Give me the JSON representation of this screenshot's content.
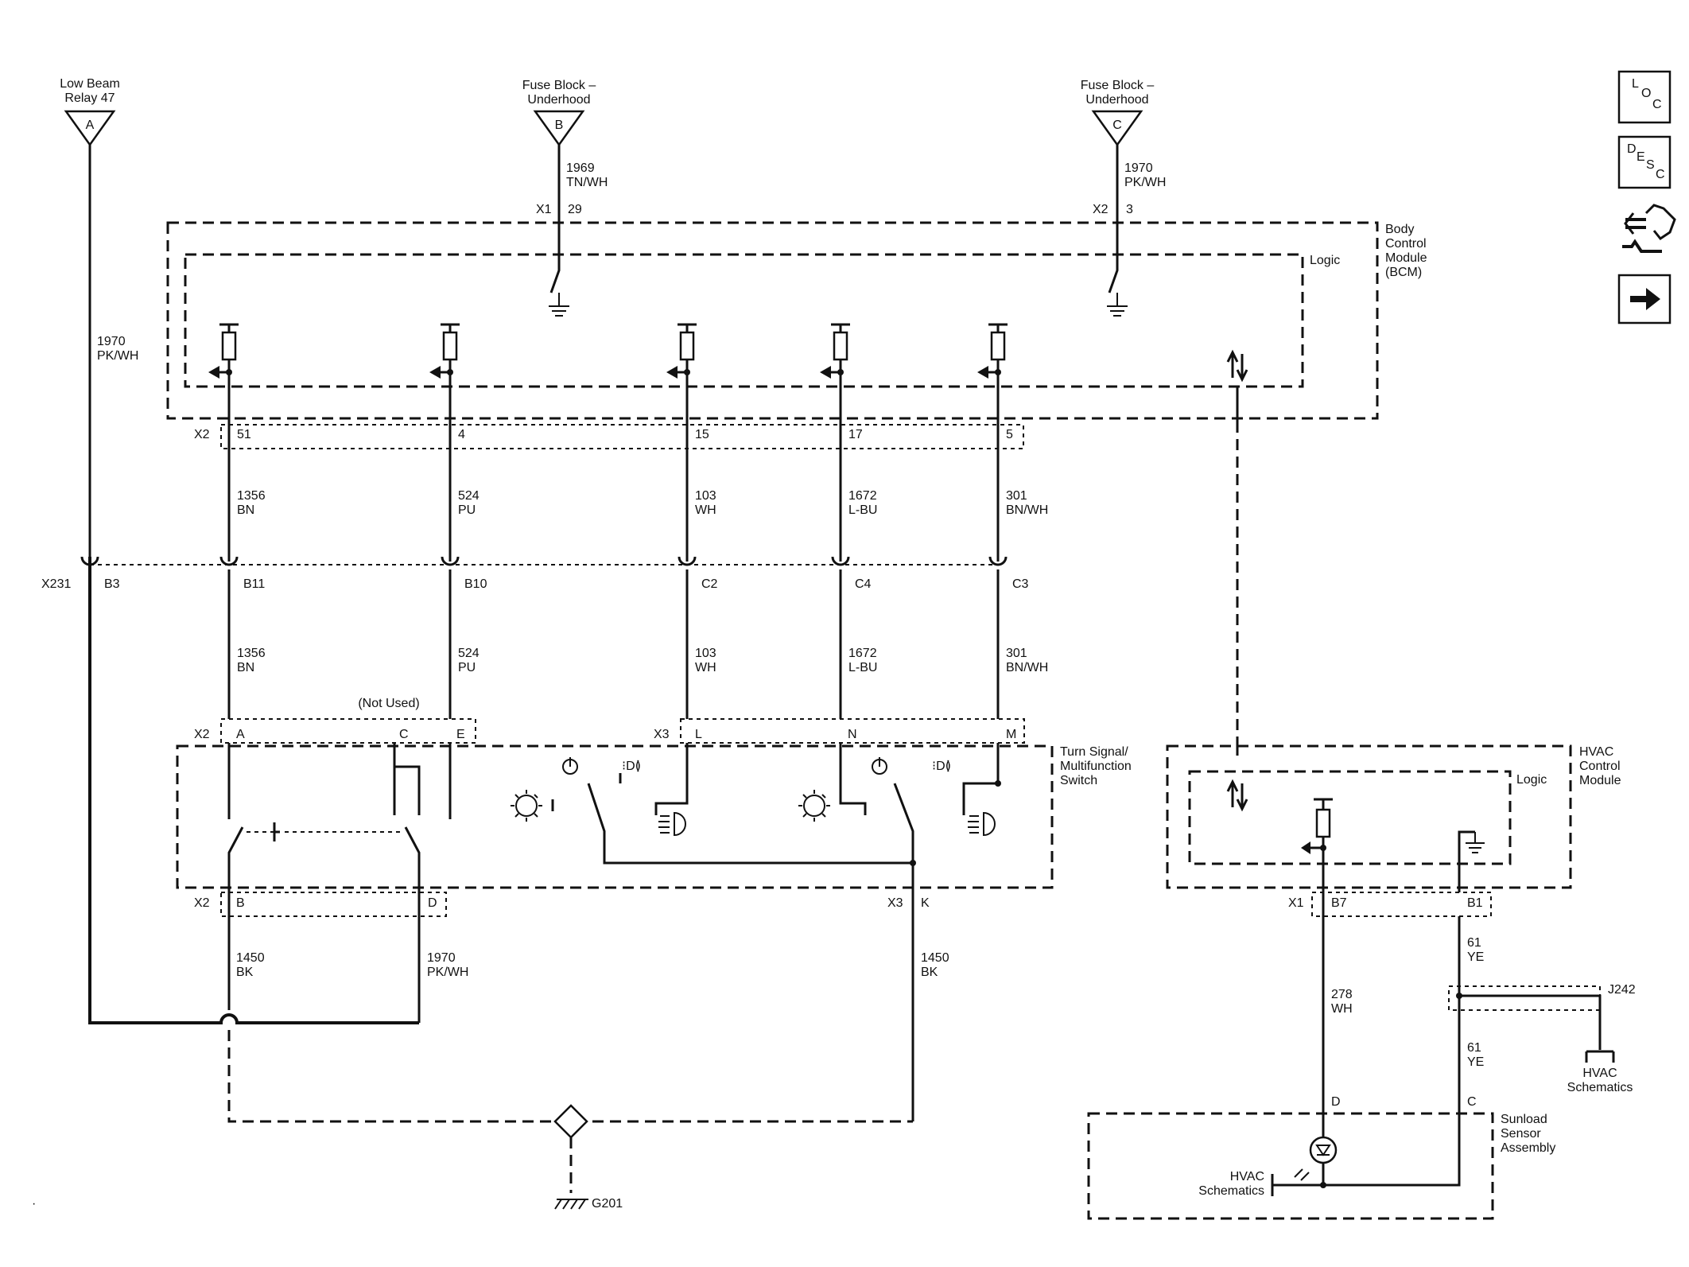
{
  "sources": {
    "a": {
      "name": "Low Beam Relay 47",
      "line1": "Low Beam",
      "line2": "Relay 47",
      "pin": "A"
    },
    "b": {
      "line1": "Fuse Block –",
      "line2": "Underhood",
      "pin": "B"
    },
    "c": {
      "line1": "Fuse Block –",
      "line2": "Underhood",
      "pin": "C"
    }
  },
  "bcm": {
    "label": [
      "Body",
      "Control",
      "Module",
      "(BCM)"
    ],
    "logic": "Logic",
    "x1": "X1",
    "x1_pin": "29",
    "x2": "X2",
    "x2_pin": "3",
    "conn": "X2",
    "pins": [
      "51",
      "4",
      "15",
      "17",
      "5"
    ]
  },
  "wires": {
    "a_feed": {
      "num": "1970",
      "color": "PK/WH"
    },
    "b_feed": {
      "num": "1969",
      "color": "TN/WH"
    },
    "c_feed": {
      "num": "1970",
      "color": "PK/WH"
    },
    "ckts": [
      {
        "num": "1356",
        "color": "BN"
      },
      {
        "num": "524",
        "color": "PU"
      },
      {
        "num": "103",
        "color": "WH"
      },
      {
        "num": "1672",
        "color": "L-BU"
      },
      {
        "num": "301",
        "color": "BN/WH"
      }
    ],
    "gnd_b": {
      "num": "1450",
      "color": "BK"
    },
    "pkwh_d": {
      "num": "1970",
      "color": "PK/WH"
    },
    "gnd_k": {
      "num": "1450",
      "color": "BK"
    },
    "w278": {
      "num": "278",
      "color": "WH"
    },
    "ye_top": {
      "num": "61",
      "color": "YE"
    },
    "ye_bot": {
      "num": "61",
      "color": "YE"
    }
  },
  "inline": {
    "name": "X231",
    "pins": [
      "B3",
      "B11",
      "B10",
      "C2",
      "C4",
      "C3"
    ]
  },
  "switch": {
    "label": [
      "Turn Signal/",
      "Multifunction",
      "Switch"
    ],
    "not_used": "(Not Used)",
    "x2": "X2",
    "x3": "X3",
    "top_pins": [
      "A",
      "C",
      "E",
      "L",
      "N",
      "M"
    ],
    "bottom_pins": [
      "B",
      "D",
      "K"
    ],
    "x2_bottom": "X2",
    "x3_bottom": "X3"
  },
  "hvac": {
    "label": [
      "HVAC",
      "Control",
      "Module"
    ],
    "logic": "Logic",
    "x1": "X1",
    "pins": [
      "B7",
      "B1"
    ]
  },
  "splice": {
    "name": "J242"
  },
  "hvac_ref_top": [
    "HVAC",
    "Schematics"
  ],
  "sunload": {
    "label": [
      "Sunload",
      "Sensor",
      "Assembly"
    ],
    "pins": [
      "D",
      "C"
    ],
    "ref": [
      "HVAC",
      "Schematics"
    ]
  },
  "ground": {
    "name": "G201"
  },
  "nav": {
    "loc": [
      "L",
      "O",
      "C"
    ],
    "desc": [
      "D",
      "E",
      "S",
      "C"
    ]
  },
  "icons": [
    "loc-button-icon",
    "desc-button-icon",
    "connector-repair-icon",
    "next-page-arrow-icon"
  ]
}
